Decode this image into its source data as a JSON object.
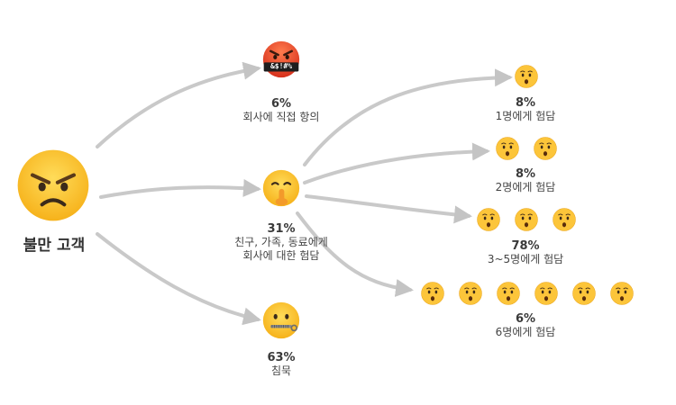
{
  "root": {
    "label": "불만 고객",
    "icon": "angry-face-icon"
  },
  "branches": [
    {
      "id": "complain",
      "icon": "face-with-symbols-on-mouth-icon",
      "symbols": "&$!#%",
      "percent": "6%",
      "description": "회사에 직접 항의"
    },
    {
      "id": "gossip",
      "icon": "shushing-face-icon",
      "percent": "31%",
      "description_line1": "친구, 가족, 동료에게",
      "description_line2": "회사에 대한 험담",
      "sub_branches": [
        {
          "id": "one",
          "count": 1,
          "percent": "8%",
          "description": "1명에게 험담"
        },
        {
          "id": "two",
          "count": 2,
          "percent": "8%",
          "description": "2명에게 험담"
        },
        {
          "id": "three-five",
          "count": 3,
          "percent": "78%",
          "description": "3~5명에게 험담"
        },
        {
          "id": "six",
          "count": 6,
          "percent": "6%",
          "description": "6명에게 험담"
        }
      ],
      "sub_icon": "hushed-face-icon"
    },
    {
      "id": "silent",
      "icon": "zipper-mouth-face-icon",
      "percent": "63%",
      "description": "침묵"
    }
  ],
  "colors": {
    "arrow": "#bdbdbd",
    "emoji_yellow": "#ffc83d",
    "angry_red": "#e8452c"
  }
}
